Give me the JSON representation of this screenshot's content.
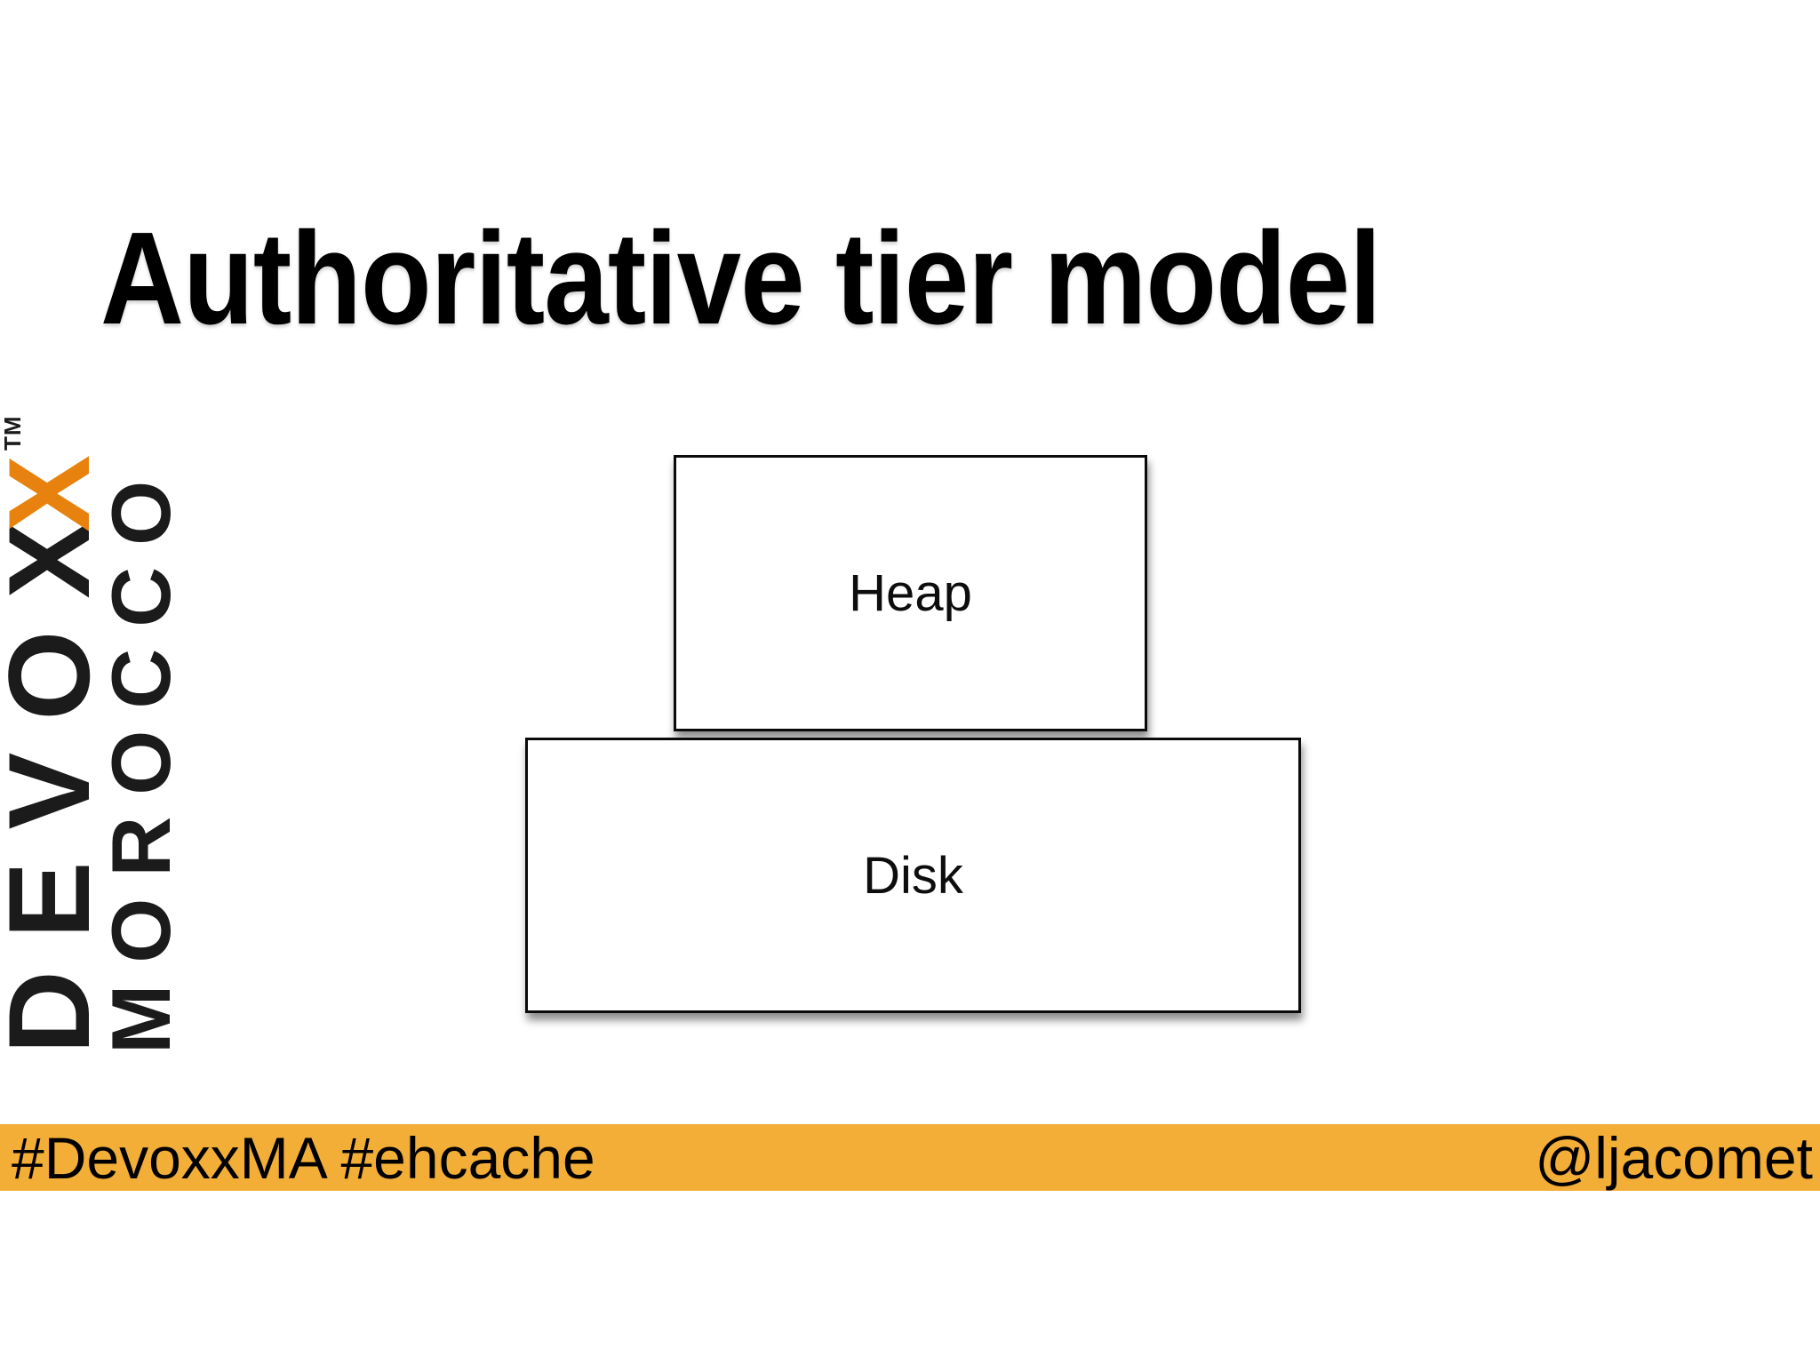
{
  "slide": {
    "title": "Authoritative tier model",
    "diagram": {
      "heap_label": "Heap",
      "disk_label": "Disk"
    },
    "logo": {
      "devoxx_prefix": "DEVOX",
      "devoxx_last_x": "X",
      "morocco": "MOROCCO",
      "trademark": "TM",
      "black_color": "#1b1b1b",
      "orange_color": "#e8820f"
    },
    "footer": {
      "left_text": "#DevoxxMA #ehcache",
      "right_text": "@ljacomet",
      "bar_color": "#f2ae37",
      "text_color": "#000000"
    }
  }
}
